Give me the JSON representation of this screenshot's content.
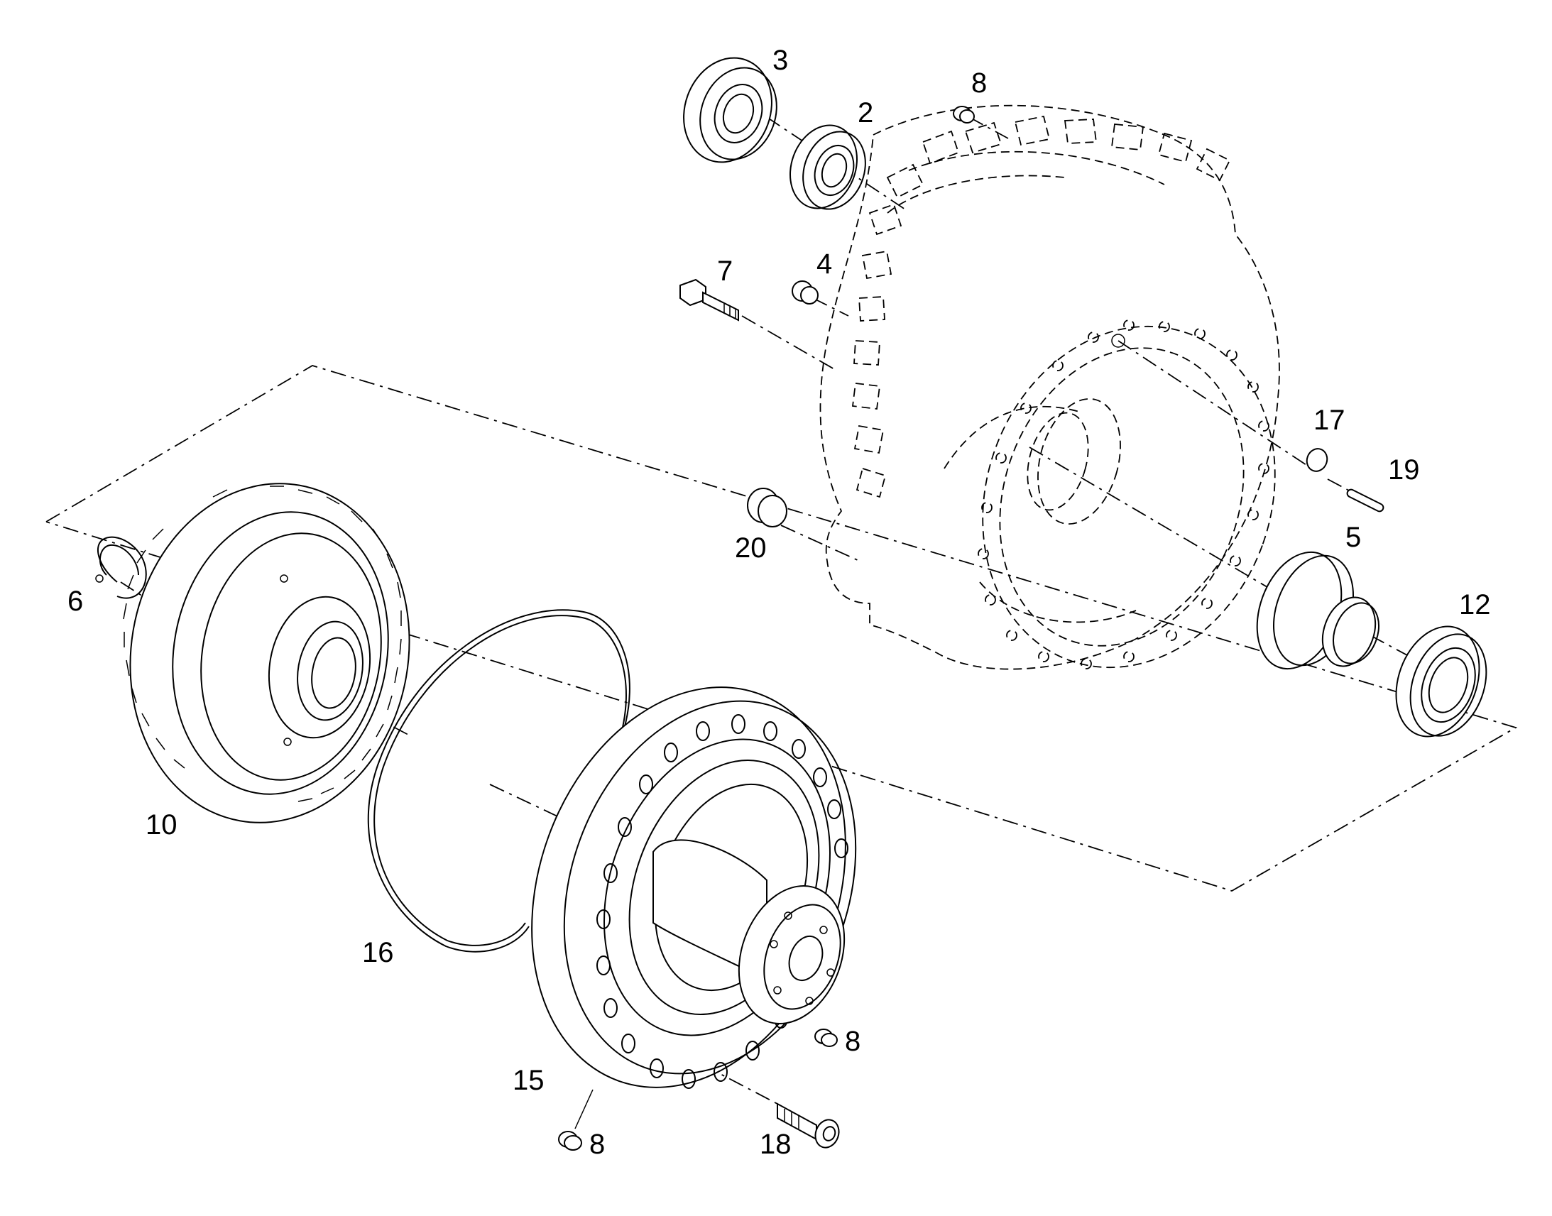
{
  "diagram": {
    "callouts": [
      {
        "id": "c3",
        "text": "3"
      },
      {
        "id": "c2",
        "text": "2"
      },
      {
        "id": "c8a",
        "text": "8"
      },
      {
        "id": "c7",
        "text": "7"
      },
      {
        "id": "c4",
        "text": "4"
      },
      {
        "id": "c17",
        "text": "17"
      },
      {
        "id": "c19",
        "text": "19"
      },
      {
        "id": "c20",
        "text": "20"
      },
      {
        "id": "c5",
        "text": "5"
      },
      {
        "id": "c12",
        "text": "12"
      },
      {
        "id": "c6",
        "text": "6"
      },
      {
        "id": "c10",
        "text": "10"
      },
      {
        "id": "c16",
        "text": "16"
      },
      {
        "id": "c8b",
        "text": "8"
      },
      {
        "id": "c15",
        "text": "15"
      },
      {
        "id": "c8c",
        "text": "8"
      },
      {
        "id": "c18",
        "text": "18"
      }
    ]
  }
}
